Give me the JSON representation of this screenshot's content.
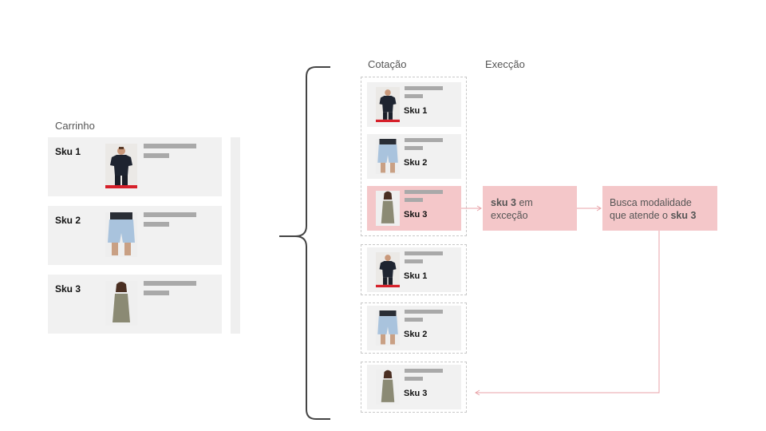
{
  "cart": {
    "title": "Carrinho",
    "items": [
      {
        "label": "Sku 1",
        "product": "black-tshirt"
      },
      {
        "label": "Sku 2",
        "product": "denim-shorts"
      },
      {
        "label": "Sku 3",
        "product": "olive-dress"
      }
    ]
  },
  "quote": {
    "title": "Cotação",
    "groups": [
      {
        "items": [
          {
            "label": "Sku 1",
            "product": "black-tshirt"
          },
          {
            "label": "Sku 2",
            "product": "denim-shorts"
          },
          {
            "label": "Sku 3",
            "product": "olive-dress",
            "exception": true
          }
        ]
      },
      {
        "items": [
          {
            "label": "Sku 1",
            "product": "black-tshirt"
          }
        ]
      },
      {
        "items": [
          {
            "label": "Sku 2",
            "product": "denim-shorts"
          }
        ]
      },
      {
        "items": [
          {
            "label": "Sku 3",
            "product": "olive-dress"
          }
        ]
      }
    ]
  },
  "exception": {
    "title": "Execção",
    "box1": {
      "strong": "sku 3",
      "rest1": " em",
      "rest2": "exceção"
    },
    "box2": {
      "line1": "Busca modalidade",
      "line2_pre": "que atende o ",
      "line2_strong": "sku 3"
    }
  },
  "colors": {
    "card": "#f1f1f1",
    "exception": "#f4c7c9",
    "arrow": "#e8a3a8",
    "placeholder": "#a9a9a9",
    "brand_red": "#d6202a"
  }
}
